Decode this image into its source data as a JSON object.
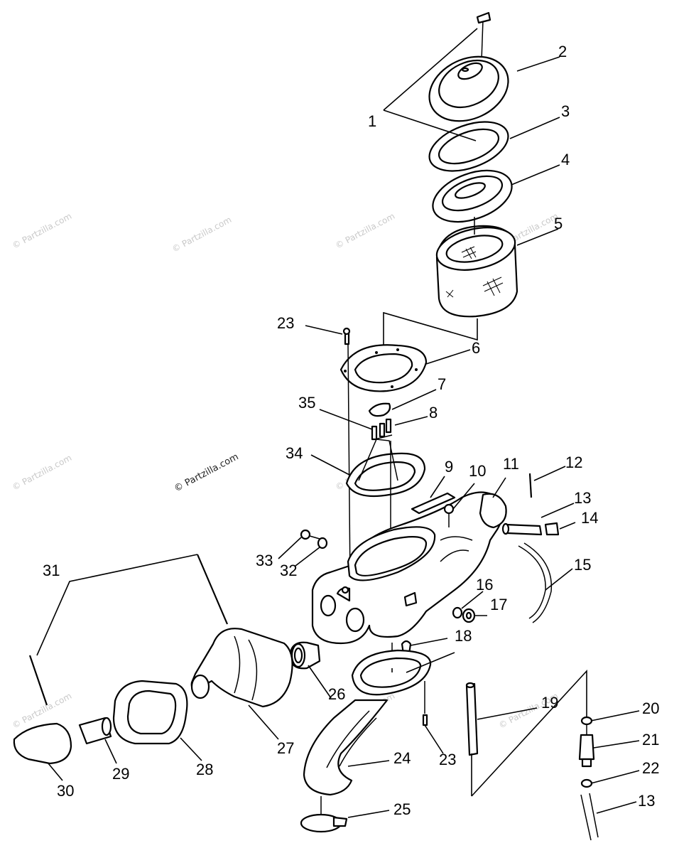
{
  "watermark": {
    "text": "© Partzilla.com",
    "main_text": "© Partzilla.com"
  },
  "callouts": [
    "1",
    "2",
    "3",
    "4",
    "5",
    "23",
    "6",
    "7",
    "8",
    "35",
    "34",
    "9",
    "10",
    "11",
    "12",
    "13",
    "14",
    "15",
    "33",
    "32",
    "31",
    "16",
    "17",
    "18",
    "26",
    "27",
    "24",
    "19",
    "20",
    "21",
    "22",
    "13",
    "25",
    "23",
    "28",
    "29",
    "30"
  ]
}
